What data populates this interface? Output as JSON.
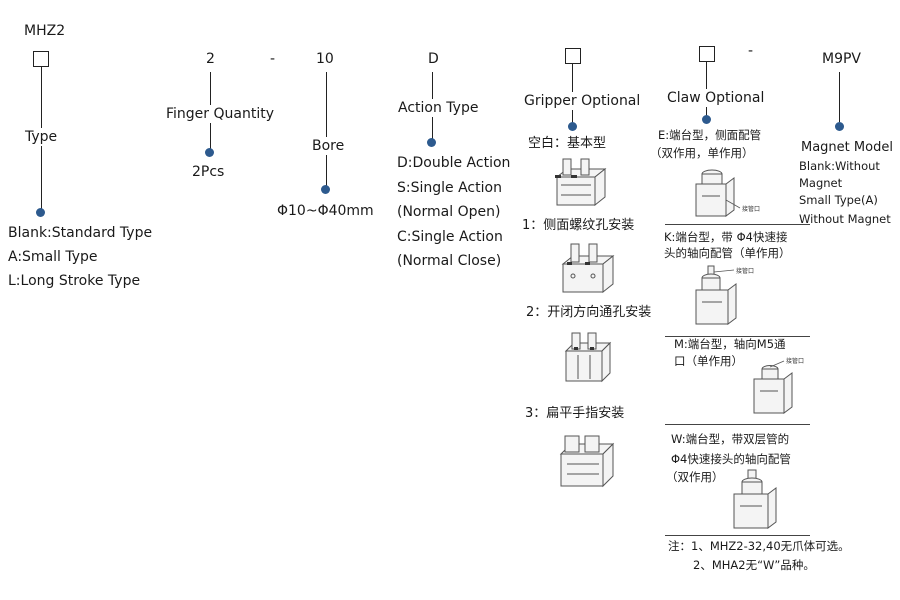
{
  "colors": {
    "dot": "#2d5a8e",
    "line": "#222222"
  },
  "code": {
    "model": "MHZ2",
    "fingers": "2",
    "dash1": "-",
    "bore": "10",
    "action": "D",
    "dash2": "-",
    "magnet": "M9PV"
  },
  "type": {
    "title": "Type",
    "options": [
      "Blank:Standard Type",
      "A:Small Type",
      "L:Long Stroke Type"
    ]
  },
  "finger": {
    "title": "Finger Quantity",
    "value": "2Pcs"
  },
  "bore": {
    "title": "Bore",
    "value": "Φ10~Φ40mm"
  },
  "action": {
    "title": "Action Type",
    "options": [
      "D:Double Action",
      "S:Single Action",
      "(Normal Open)",
      "C:Single Action",
      "(Normal Close)"
    ]
  },
  "gripper": {
    "title": "Gripper Optional",
    "items": [
      "空白：基本型",
      "1：侧面螺纹孔安装",
      "2：开闭方向通孔安装",
      "3：扁平手指安装"
    ]
  },
  "claw": {
    "title": "Claw Optional",
    "items": [
      {
        "l1": "E:端台型，侧面配管",
        "l2": "（双作用，单作用）"
      },
      {
        "l1": "K:端台型，带 Φ4快速接",
        "l2": "头的轴向配管（单作用）"
      },
      {
        "l1": "M:端台型，轴向M5通",
        "l2": "口（单作用）"
      },
      {
        "l1": "W:端台型，带双层管的",
        "l2": "Φ4快速接头的轴向配管",
        "l3": "（双作用）"
      }
    ],
    "pipe_label": "接管口"
  },
  "magnet": {
    "title": "Magnet Model",
    "lines": [
      "Blank:Without",
      "Magnet",
      "Small Type(A)",
      "Without Magnet"
    ]
  },
  "notes": [
    "注：1、MHZ2-32,40无爪体可选。",
    "2、MHA2无“W”品种。"
  ]
}
